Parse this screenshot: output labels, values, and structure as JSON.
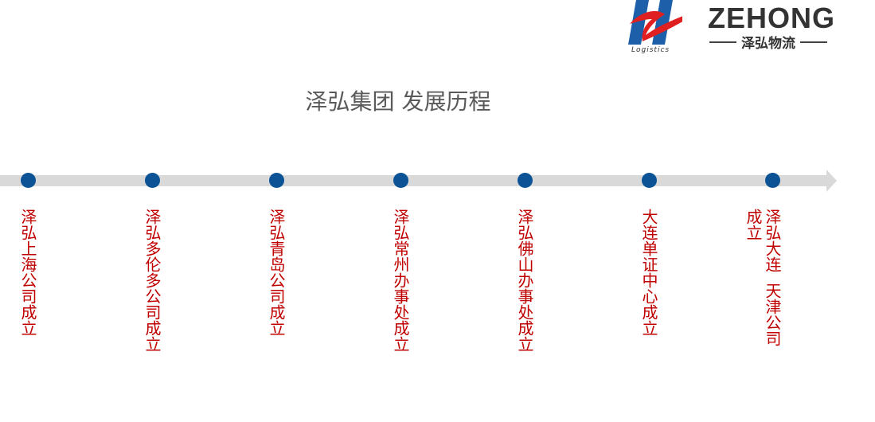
{
  "logo": {
    "name": "ZEHONG",
    "cn": "泽弘物流",
    "sub": "Logistics"
  },
  "title": "泽弘集团  发展历程",
  "colors": {
    "dot": "#0b5394",
    "label": "#c00000",
    "bar": "#d9d9d9"
  },
  "milestones": [
    {
      "columns": [
        "泽弘上海公司成立"
      ]
    },
    {
      "columns": [
        "泽弘多伦多公司成立"
      ]
    },
    {
      "columns": [
        "泽弘青岛公司成立"
      ]
    },
    {
      "columns": [
        "泽弘常州办事处成立"
      ]
    },
    {
      "columns": [
        "泽弘佛山办事处成立"
      ]
    },
    {
      "columns": [
        "大连单证中心成立"
      ]
    },
    {
      "columns": [
        "泽弘大连  天津公司",
        "成立"
      ]
    }
  ]
}
